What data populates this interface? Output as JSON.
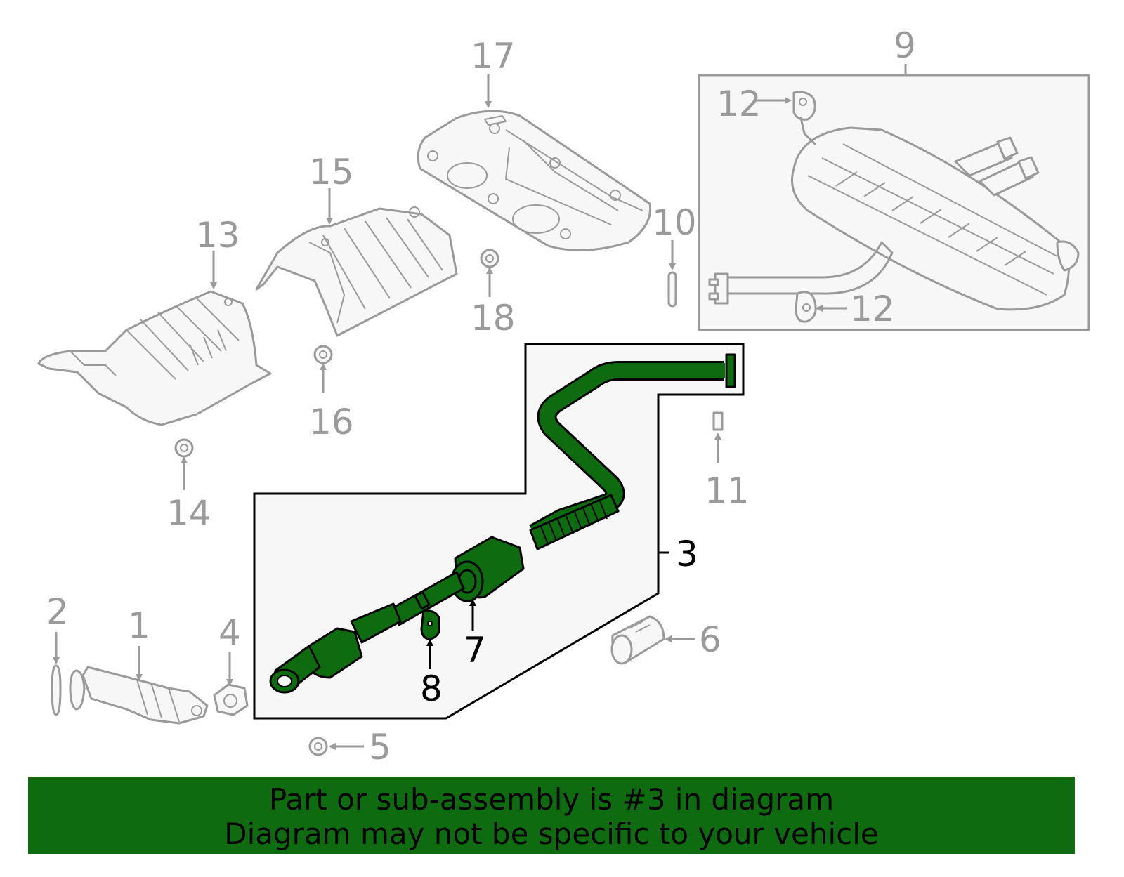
{
  "callouts": {
    "c1": "1",
    "c2": "2",
    "c3": "3",
    "c4": "4",
    "c5": "5",
    "c6": "6",
    "c7": "7",
    "c8": "8",
    "c9": "9",
    "c10": "10",
    "c11": "11",
    "c12a": "12",
    "c12b": "12",
    "c13": "13",
    "c14": "14",
    "c15": "15",
    "c16": "16",
    "c17": "17",
    "c18": "18"
  },
  "highlight_color": "#0f6b0f",
  "banner": {
    "line1": "Part or sub-assembly is #3 in diagram",
    "line2": "Diagram may not be specific to your vehicle"
  }
}
